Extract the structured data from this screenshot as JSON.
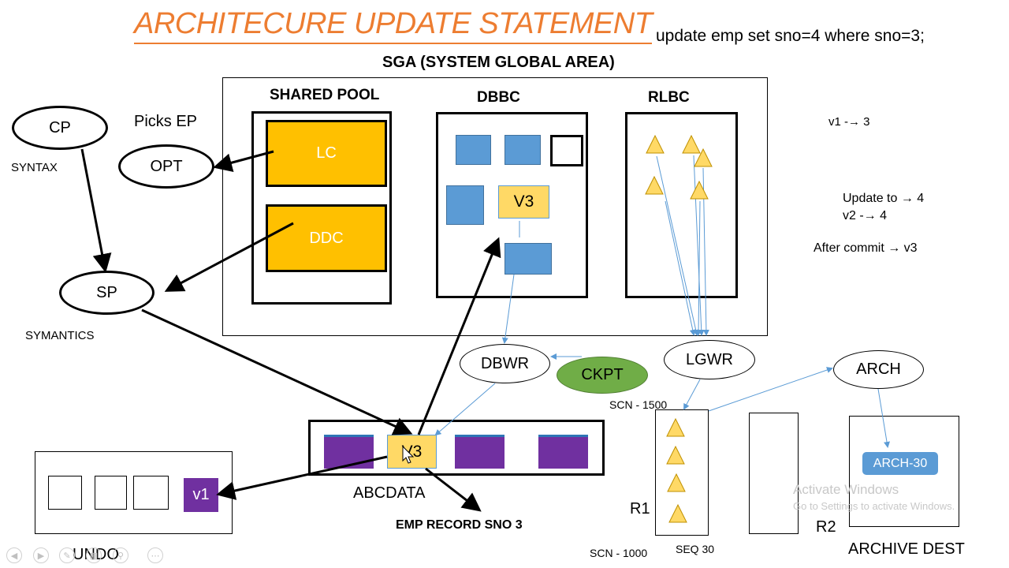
{
  "title": "ARCHITECURE UPDATE STATEMENT",
  "sql": "update emp set sno=4 where sno=3;",
  "sga_label": "SGA (SYSTEM GLOBAL AREA)",
  "shared_pool": {
    "label": "SHARED POOL",
    "lc": "LC",
    "ddc": "DDC"
  },
  "dbbc": {
    "label": "DBBC",
    "v3": "V3"
  },
  "rlbc": {
    "label": "RLBC"
  },
  "nodes": {
    "cp": "CP",
    "opt": "OPT",
    "sp": "SP",
    "picks_ep": "Picks EP",
    "syntax": "SYNTAX",
    "symantics": "SYMANTICS",
    "dbwr": "DBWR",
    "ckpt": "CKPT",
    "lgwr": "LGWR",
    "arch": "ARCH"
  },
  "notes": {
    "v1": "v1 -→ 3",
    "update_to": "Update to → 4",
    "v2": "v2 -→ 4",
    "after_commit": "After commit → v3"
  },
  "datafile": {
    "v3": "V3",
    "label": "ABCDATA",
    "emp_record": "EMP RECORD SNO 3"
  },
  "undo": {
    "v1": "v1",
    "label": "UNDO"
  },
  "redo": {
    "scn_1500": "SCN - 1500",
    "scn_1000": "SCN - 1000",
    "seq_30": "SEQ 30",
    "r1": "R1",
    "r2": "R2"
  },
  "archive": {
    "arch30": "ARCH-30",
    "label": "ARCHIVE DEST"
  },
  "watermark": {
    "line1": "Activate Windows",
    "line2": "Go to Settings to activate Windows."
  },
  "colors": {
    "title": "#ED7D31",
    "gold": "#FFC000",
    "blue": "#5B9BD5",
    "purple": "#7030A0",
    "green": "#70AD47",
    "light_yellow": "#FFD966"
  }
}
